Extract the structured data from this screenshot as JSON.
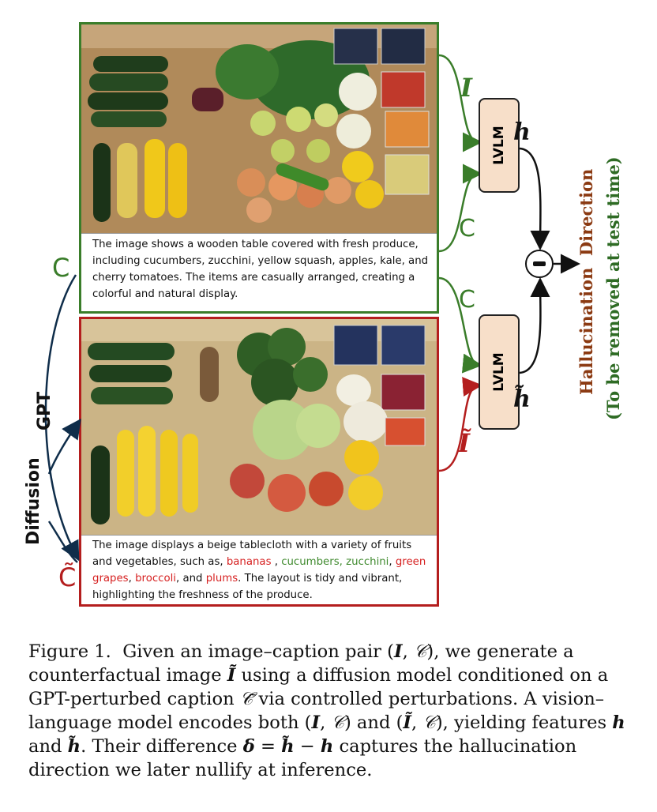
{
  "top_panel": {
    "caption": "The image shows a wooden table covered with fresh produce, including cucumbers, zucchini, yellow squash, apples, kale, and cherry tomatoes. The items are casually arranged, creating a colorful and natural display."
  },
  "bottom_panel": {
    "caption_parts": [
      {
        "text": "The image displays a beige tablecloth with a variety of fruits and vegetables, such as, ",
        "color": "plain"
      },
      {
        "text": "bananas",
        "color": "red"
      },
      {
        "text": " , ",
        "color": "plain"
      },
      {
        "text": "cucumbers",
        "color": "green"
      },
      {
        "text": ", ",
        "color": "green"
      },
      {
        "text": "zucchini",
        "color": "green"
      },
      {
        "text": ", ",
        "color": "plain"
      },
      {
        "text": "green grapes",
        "color": "red"
      },
      {
        "text": ", ",
        "color": "plain"
      },
      {
        "text": "broccoli",
        "color": "red"
      },
      {
        "text": ", and ",
        "color": "plain"
      },
      {
        "text": "plums",
        "color": "red"
      },
      {
        "text": ". The layout is tidy and vibrant, highlighting the freshness of the produce.",
        "color": "plain"
      }
    ]
  },
  "labels": {
    "c_left": "C",
    "c_tilde": "C̃",
    "gpt": "GPT",
    "diffusion": "Diffusion",
    "i_label": "I",
    "i_tilde": "Ĩ",
    "c_top": "C",
    "c_bottom": "C",
    "lvlm_top": "LVLM",
    "lvlm_bottom": "LVLM",
    "h_top": "h",
    "h_tilde": "h̃",
    "hallucination": "Hallucination",
    "direction": "Direction",
    "removed": "(To be removed  at  test time)"
  },
  "colors": {
    "green": "#3a7d2a",
    "red": "#b41e1e",
    "brown": "#8b3a12",
    "navy": "#0f2d4a",
    "lvlm_fill": "#f7dfc9"
  },
  "figure_caption": {
    "html": "Figure 1.&nbsp; Given an image–caption pair (<span class='it'>I</span>, <i>𝒞</i>), we generate a counterfactual image <span class='it'>Ĩ</span> using a diffusion model conditioned on a GPT-perturbed caption <i>𝒞̃</i> via controlled perturbations. A vision–language model encodes both (<span class='it'>I</span>, <i>𝒞</i>) and (<span class='it'>Ĩ</span>, <i>𝒞</i>), yielding features <span class='it'>h</span> and <span class='it'>h̃</span>. Their difference <span class='it'>δ</span> = <span class='it'>h̃</span> − <span class='it'>h</span> captures the hallucination direction we later nullify at inference."
  }
}
